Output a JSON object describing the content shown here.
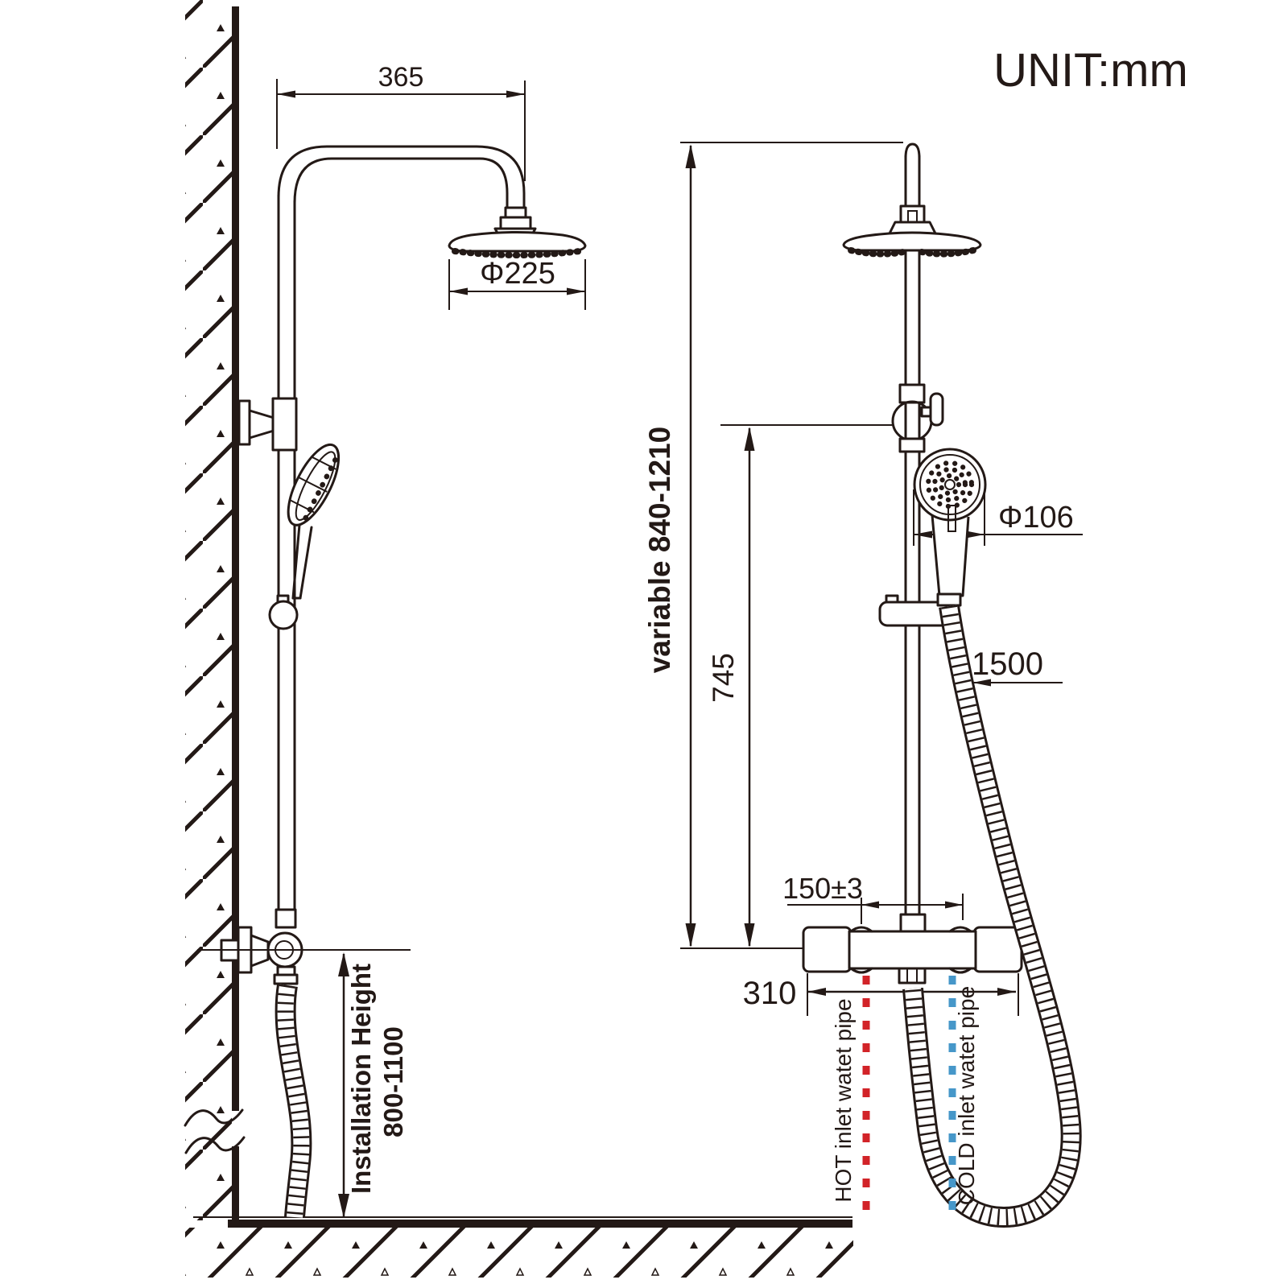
{
  "unit_label": "UNIT:mm",
  "colors": {
    "line": "#231916",
    "hot_pipe": "#d22328",
    "cold_pipe": "#4697c9"
  },
  "dimensions": {
    "arm_length": "365",
    "head_diameter": "Φ225",
    "hand_shower_diameter": "Φ106",
    "hose_length": "1500",
    "overall_height": "variable 840-1210",
    "bracket_height": "745",
    "inlet_spacing": "150±3",
    "valve_width": "310",
    "installation_height_line1": "Installation Height",
    "installation_height_line2": "800-1100"
  },
  "labels": {
    "hot_inlet": "HOT inlet watet pipe",
    "cold_inlet": "COLD inlet watet pipe"
  }
}
